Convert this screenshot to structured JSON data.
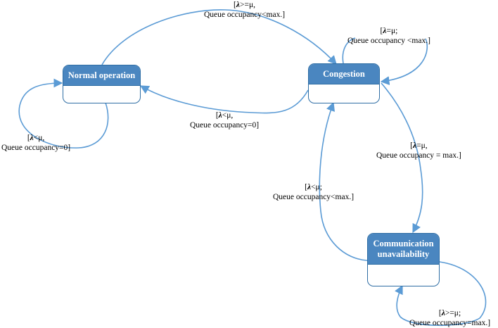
{
  "diagram": {
    "colors": {
      "state_header": "#4a86c0",
      "state_border": "#2e6da4",
      "edge": "#5b9bd5"
    },
    "states": {
      "normal": {
        "title": "Normal operation"
      },
      "congestion": {
        "title": "Congestion"
      },
      "comm": {
        "title": "Communication\nunavailability"
      }
    },
    "transitions": {
      "normal_to_congestion": {
        "lambda": "λ",
        "rest": ">=μ,",
        "line2": "Queue occupancy<max.]"
      },
      "normal_self": {
        "lambda": "λ",
        "rest": "<μ,",
        "line2": "Queue occupancy=0]"
      },
      "congestion_to_normal": {
        "lambda": "λ",
        "rest": "<μ,",
        "line2": "Queue occupancy=0]"
      },
      "congestion_self": {
        "lambda": "λ",
        "rest": "=μ;",
        "line2": "Queue occupancy <max.]"
      },
      "congestion_to_comm": {
        "lambda": "λ",
        "rest": "=μ,",
        "line2": "Queue occupancy = max.]"
      },
      "comm_to_congestion": {
        "lambda": "λ",
        "rest": "<μ;",
        "line2": "Queue occupancy<max.]"
      },
      "comm_self": {
        "lambda": "λ",
        "rest": ">=μ;",
        "line2": "Queue occupancy=max.]"
      }
    }
  }
}
